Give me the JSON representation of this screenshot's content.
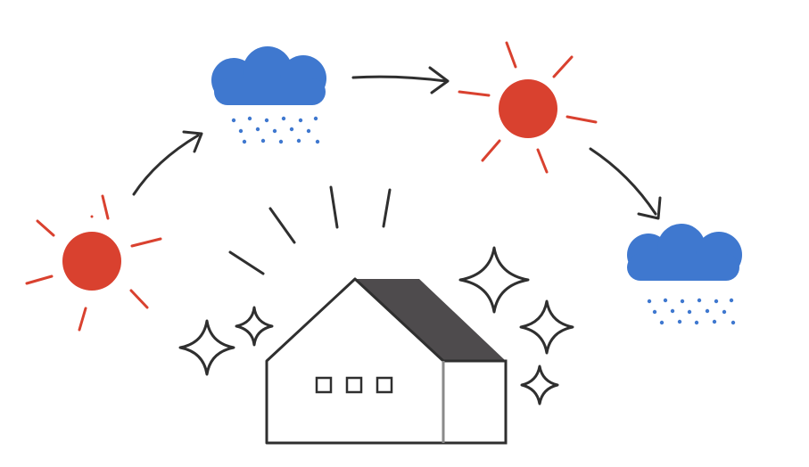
{
  "diagram": {
    "description_free": true,
    "colors": {
      "sun": "#d9412f",
      "sun_ray": "#d9412f",
      "cloud": "#3f78cf",
      "rain": "#3f78cf",
      "arrow": "#2f2f2f",
      "house_outline": "#2f2f2f",
      "roof": "#4e4b4d",
      "sparkle": "#2f2f2f",
      "background": "#ffffff"
    },
    "icons": [
      "sun-icon",
      "rain-cloud-icon",
      "sun-icon",
      "rain-cloud-icon",
      "house-icon",
      "sparkle-icon"
    ],
    "cycle": [
      "sun",
      "rain-cloud",
      "sun",
      "rain-cloud"
    ],
    "sparkle_count": 5,
    "house_windows": 3
  }
}
